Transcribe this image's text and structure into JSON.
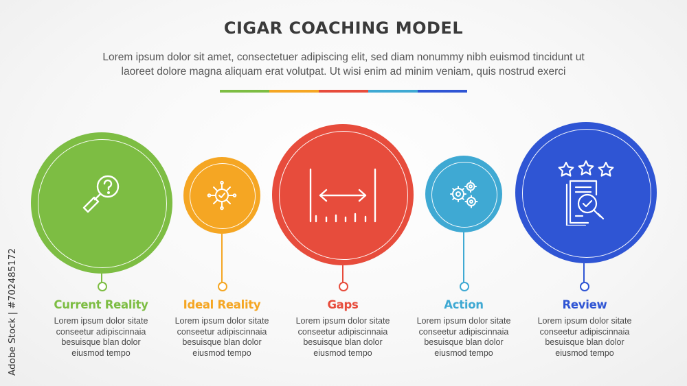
{
  "title": "CIGAR COACHING MODEL",
  "subtitle_line1": "Lorem ipsum dolor sit amet, consectetuer adipiscing elit, sed diam nonummy nibh euismod tincidunt ut",
  "subtitle_line2": "laoreet dolore magna aliquam erat volutpat. Ut wisi enim ad minim veniam, quis nostrud exerci",
  "divider_colors": [
    "#7dbd43",
    "#f5a623",
    "#e74c3c",
    "#3fa9d3",
    "#2f55d4"
  ],
  "steps": [
    {
      "label": "Current Reality",
      "color": "#7dbd43",
      "icon": "magnifier-question-icon",
      "desc": [
        "Lorem ipsum dolor sitate",
        "conseetur adipiscinnaia",
        "besuisque blan dolor",
        "eiusmod tempo"
      ]
    },
    {
      "label": "Ideal Reality",
      "color": "#f5a623",
      "icon": "target-network-icon",
      "desc": [
        "Lorem ipsum dolor sitate",
        "conseetur adipiscinnaia",
        "besuisque blan dolor",
        "eiusmod tempo"
      ]
    },
    {
      "label": "Gaps",
      "color": "#e74c3c",
      "icon": "gap-measure-icon",
      "desc": [
        "Lorem ipsum dolor sitate",
        "conseetur adipiscinnaia",
        "besuisque blan dolor",
        "eiusmod tempo"
      ]
    },
    {
      "label": "Action",
      "color": "#3fa9d3",
      "icon": "gears-icon",
      "desc": [
        "Lorem ipsum dolor sitate",
        "conseetur adipiscinnaia",
        "besuisque blan dolor",
        "eiusmod tempo"
      ]
    },
    {
      "label": "Review",
      "color": "#2f55d4",
      "icon": "review-document-stars-icon",
      "desc": [
        "Lorem ipsum dolor sitate",
        "conseetur adipiscinnaia",
        "besuisque blan dolor",
        "eiusmod tempo"
      ]
    }
  ],
  "watermark": "Adobe Stock | #702485172"
}
